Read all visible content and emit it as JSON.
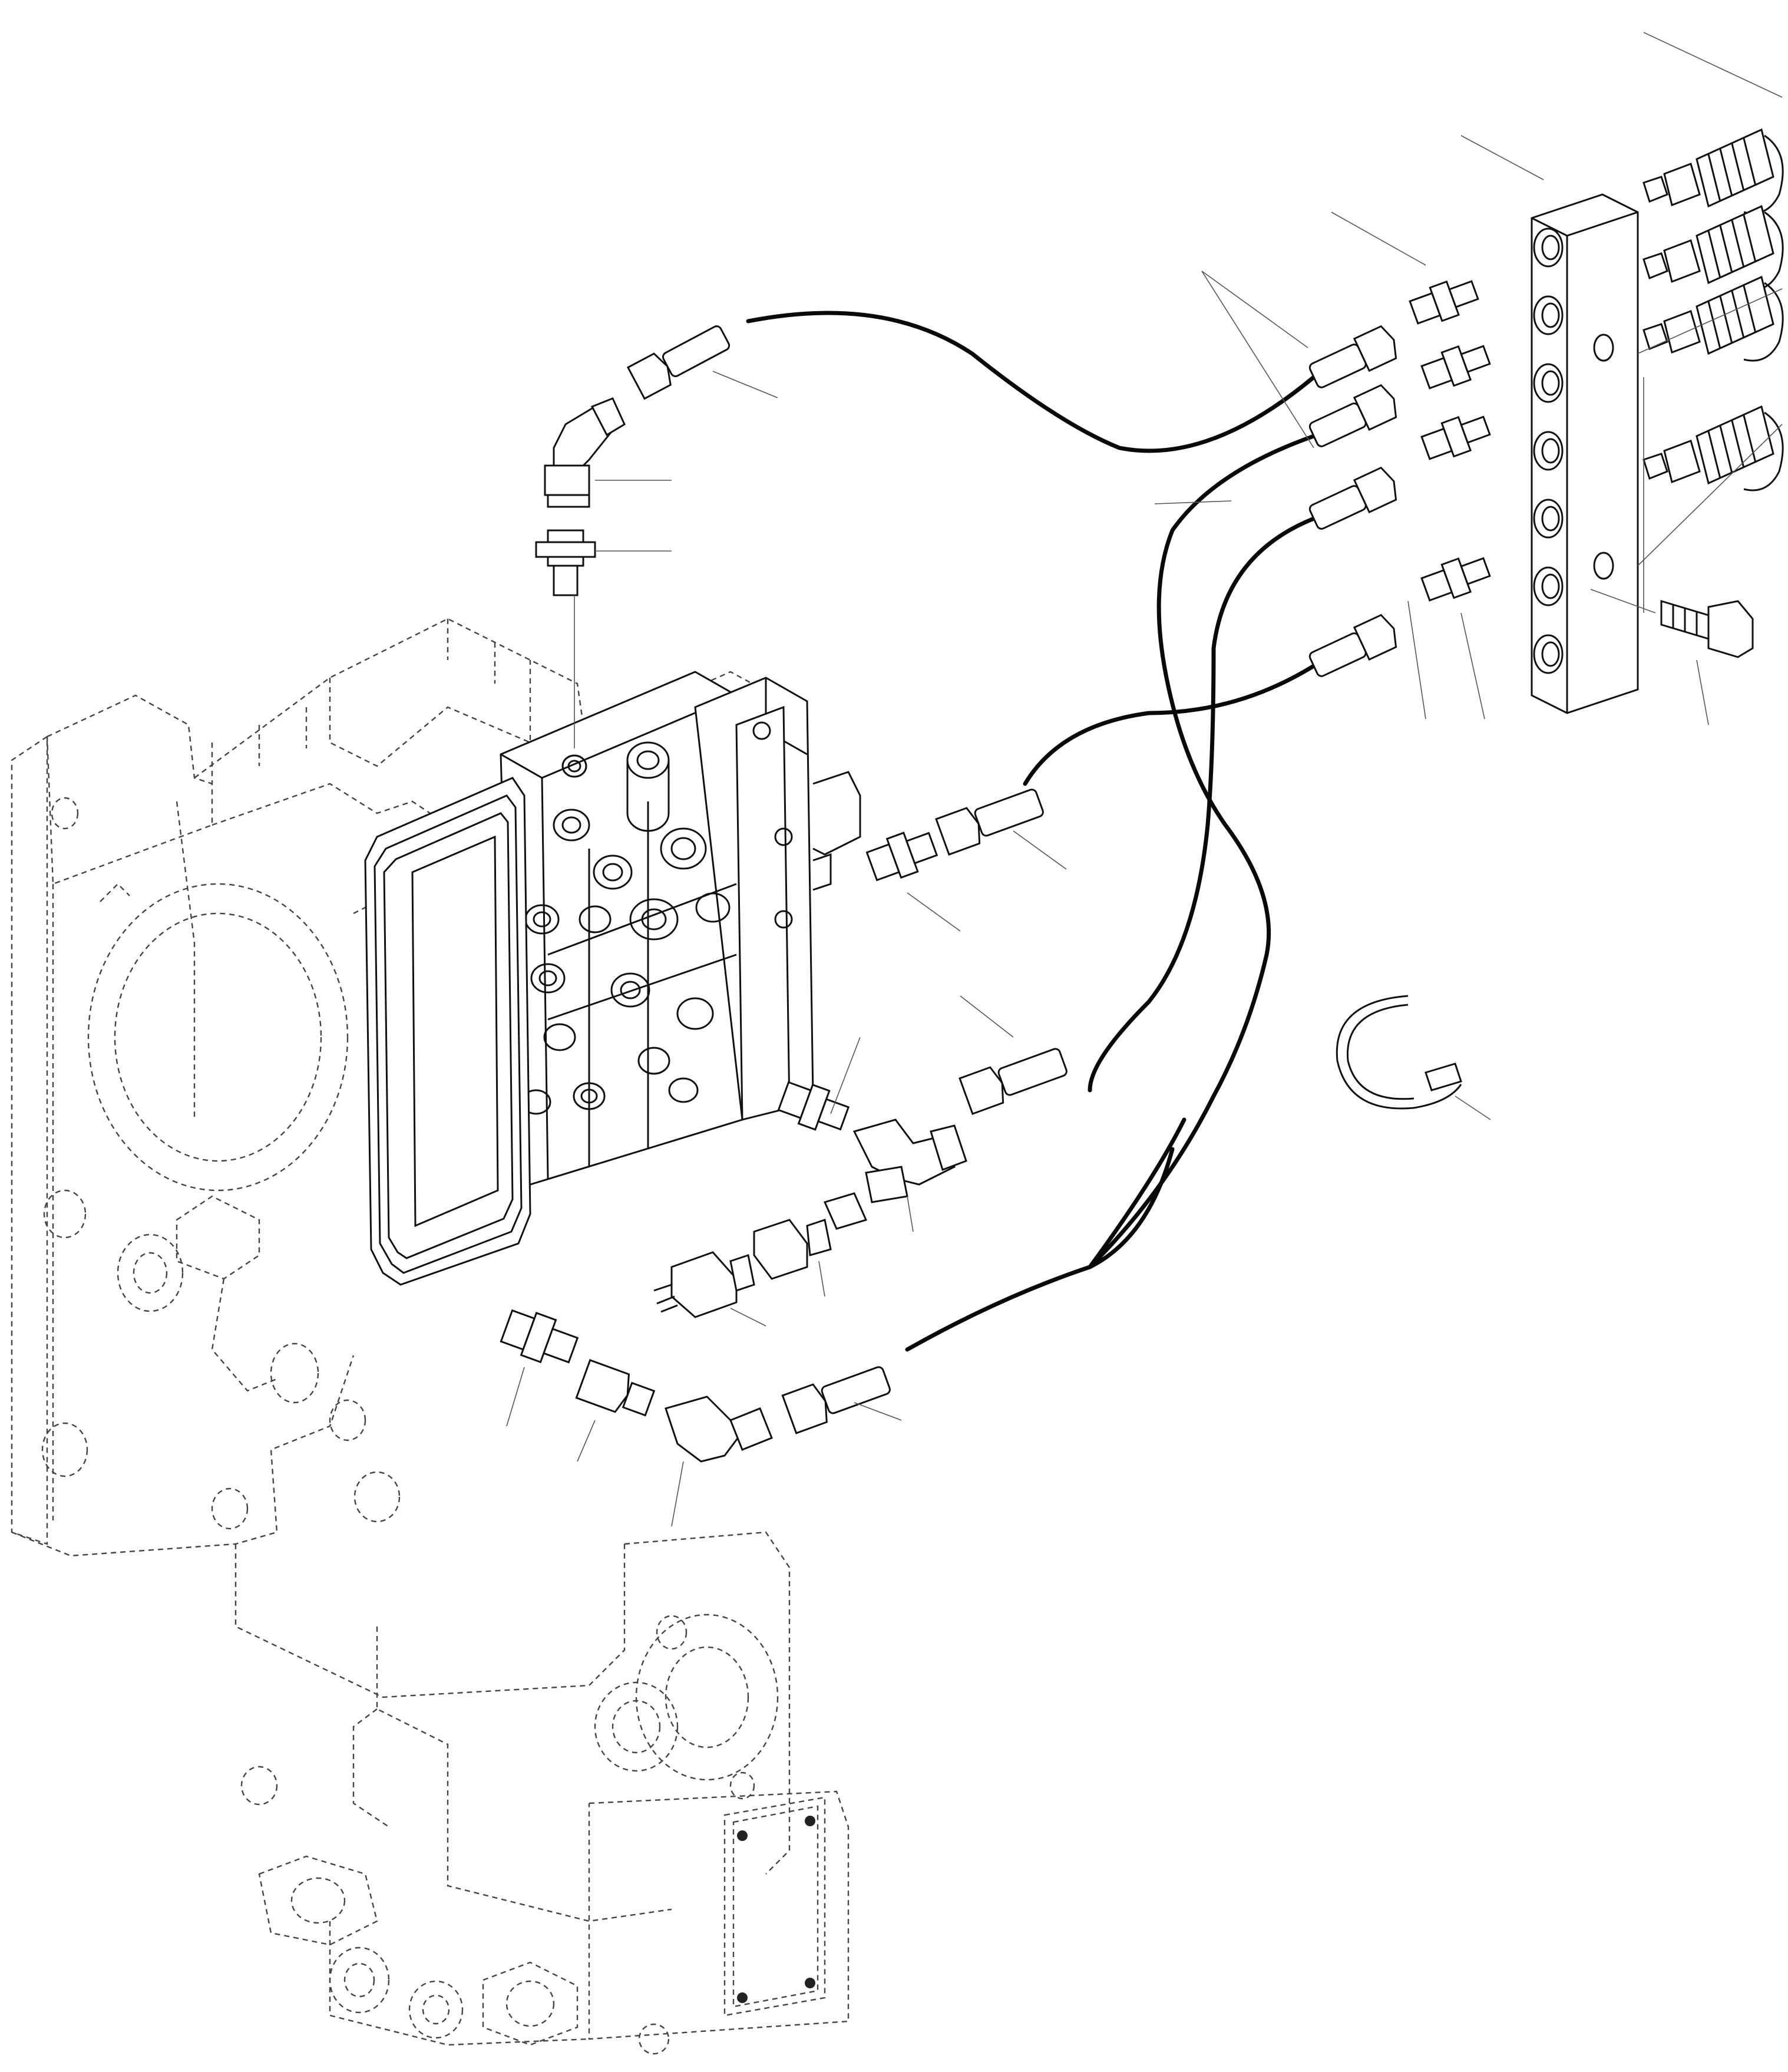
{
  "diagram": {
    "colors": {
      "line": "#111111",
      "hidden": "#444444",
      "leader": "#555555",
      "background": "#ffffff"
    },
    "components": [
      "transmission-housing",
      "control-valve-block",
      "valve-cover-gasket",
      "distribution-manifold",
      "quick-couplers",
      "manifold-bolt",
      "hydraulic-hoses",
      "adapters-and-elbows",
      "pressure-sensor",
      "hose-clip"
    ],
    "callout_labels": []
  }
}
